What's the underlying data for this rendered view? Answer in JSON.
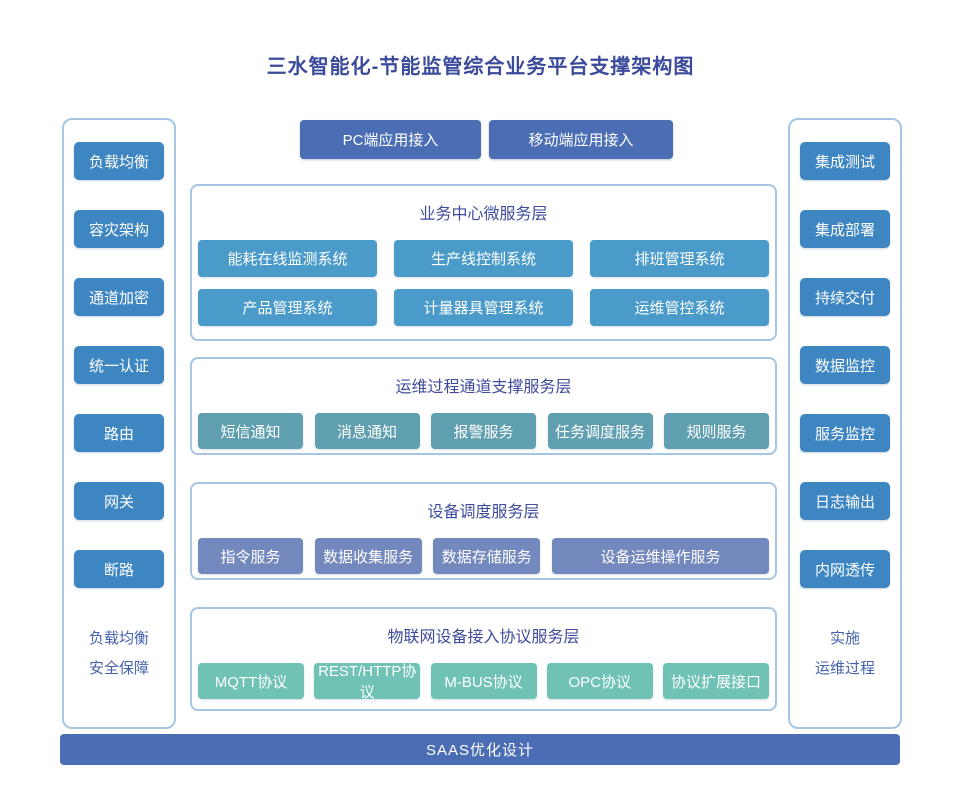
{
  "title": "三水智能化-节能监管综合业务平台支撑架构图",
  "top_buttons": {
    "pc": "PC端应用接入",
    "mobile": "移动端应用接入"
  },
  "left_sidebar": {
    "items": [
      "负载均衡",
      "容灾架构",
      "通道加密",
      "统一认证",
      "路由",
      "网关",
      "断路"
    ],
    "caption_line1": "负载均衡",
    "caption_line2": "安全保障"
  },
  "right_sidebar": {
    "items": [
      "集成测试",
      "集成部署",
      "持续交付",
      "数据监控",
      "服务监控",
      "日志输出",
      "内网透传"
    ],
    "caption_line1": "实施",
    "caption_line2": "运维过程"
  },
  "sections": [
    {
      "header": "业务中心微服务层",
      "items": [
        "能耗在线监测系统",
        "生产线控制系统",
        "排班管理系统",
        "产品管理系统",
        "计量器具管理系统",
        "运维管控系统"
      ]
    },
    {
      "header": "运维过程通道支撑服务层",
      "items": [
        "短信通知",
        "消息通知",
        "报警服务",
        "任务调度服务",
        "规则服务"
      ]
    },
    {
      "header": "设备调度服务层",
      "items": [
        "指令服务",
        "数据收集服务",
        "数据存储服务",
        "设备运维操作服务"
      ]
    },
    {
      "header": "物联网设备接入协议服务层",
      "items": [
        "MQTT协议",
        "REST/HTTP协议",
        "M-BUS协议",
        "OPC协议",
        "协议扩展接口"
      ]
    }
  ],
  "footer": {
    "label": "SAAS优化设计"
  },
  "colors": {
    "title_text": "#3b4a9b",
    "section_header_text": "#3f4c9b",
    "caption_text": "#4562ae",
    "container_border": "#a6c5e2",
    "sidebar_button": "#3e86c1",
    "top_button": "#4a6db3",
    "footer_bar": "#4a6db3",
    "section1_button": "#4a9bca",
    "section2_button": "#5f9fb0",
    "section3_button": "#7389be",
    "section4_button": "#6fc2b4"
  }
}
